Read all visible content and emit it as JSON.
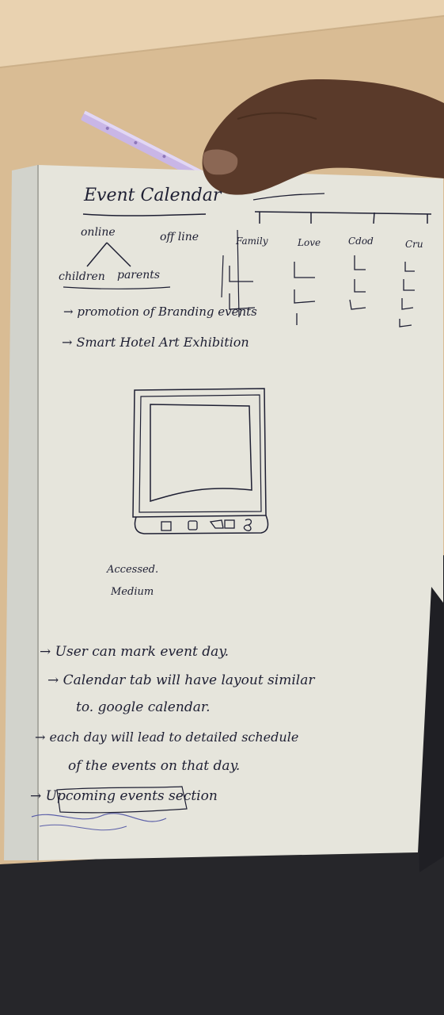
{
  "colors": {
    "desk": "#d9bc94",
    "paper": "#e6e5dc",
    "ink": "#1e1f33",
    "skin": "#5a3a2a",
    "pencil": "#c9b6e6"
  },
  "note": {
    "title": "Event Calendar",
    "modes": {
      "online": "online",
      "offline": "off line"
    },
    "audiences": {
      "children": "children",
      "parents": "parents"
    },
    "tree_labels": [
      "Family",
      "Love",
      "Cdod",
      "Cru"
    ],
    "bullets_top": [
      "→ promotion of Branding events",
      "→ Smart Hotel Art Exhibition"
    ],
    "sketch_caption": [
      "Accessed.",
      "Medium"
    ],
    "bullets_bottom": [
      "→ User can mark event day.",
      "→ Calendar tab will have layout similar",
      "to. google calendar.",
      "→ each day will lead to detailed schedule",
      "of the events on that day.",
      "→ Upcoming events section"
    ]
  }
}
